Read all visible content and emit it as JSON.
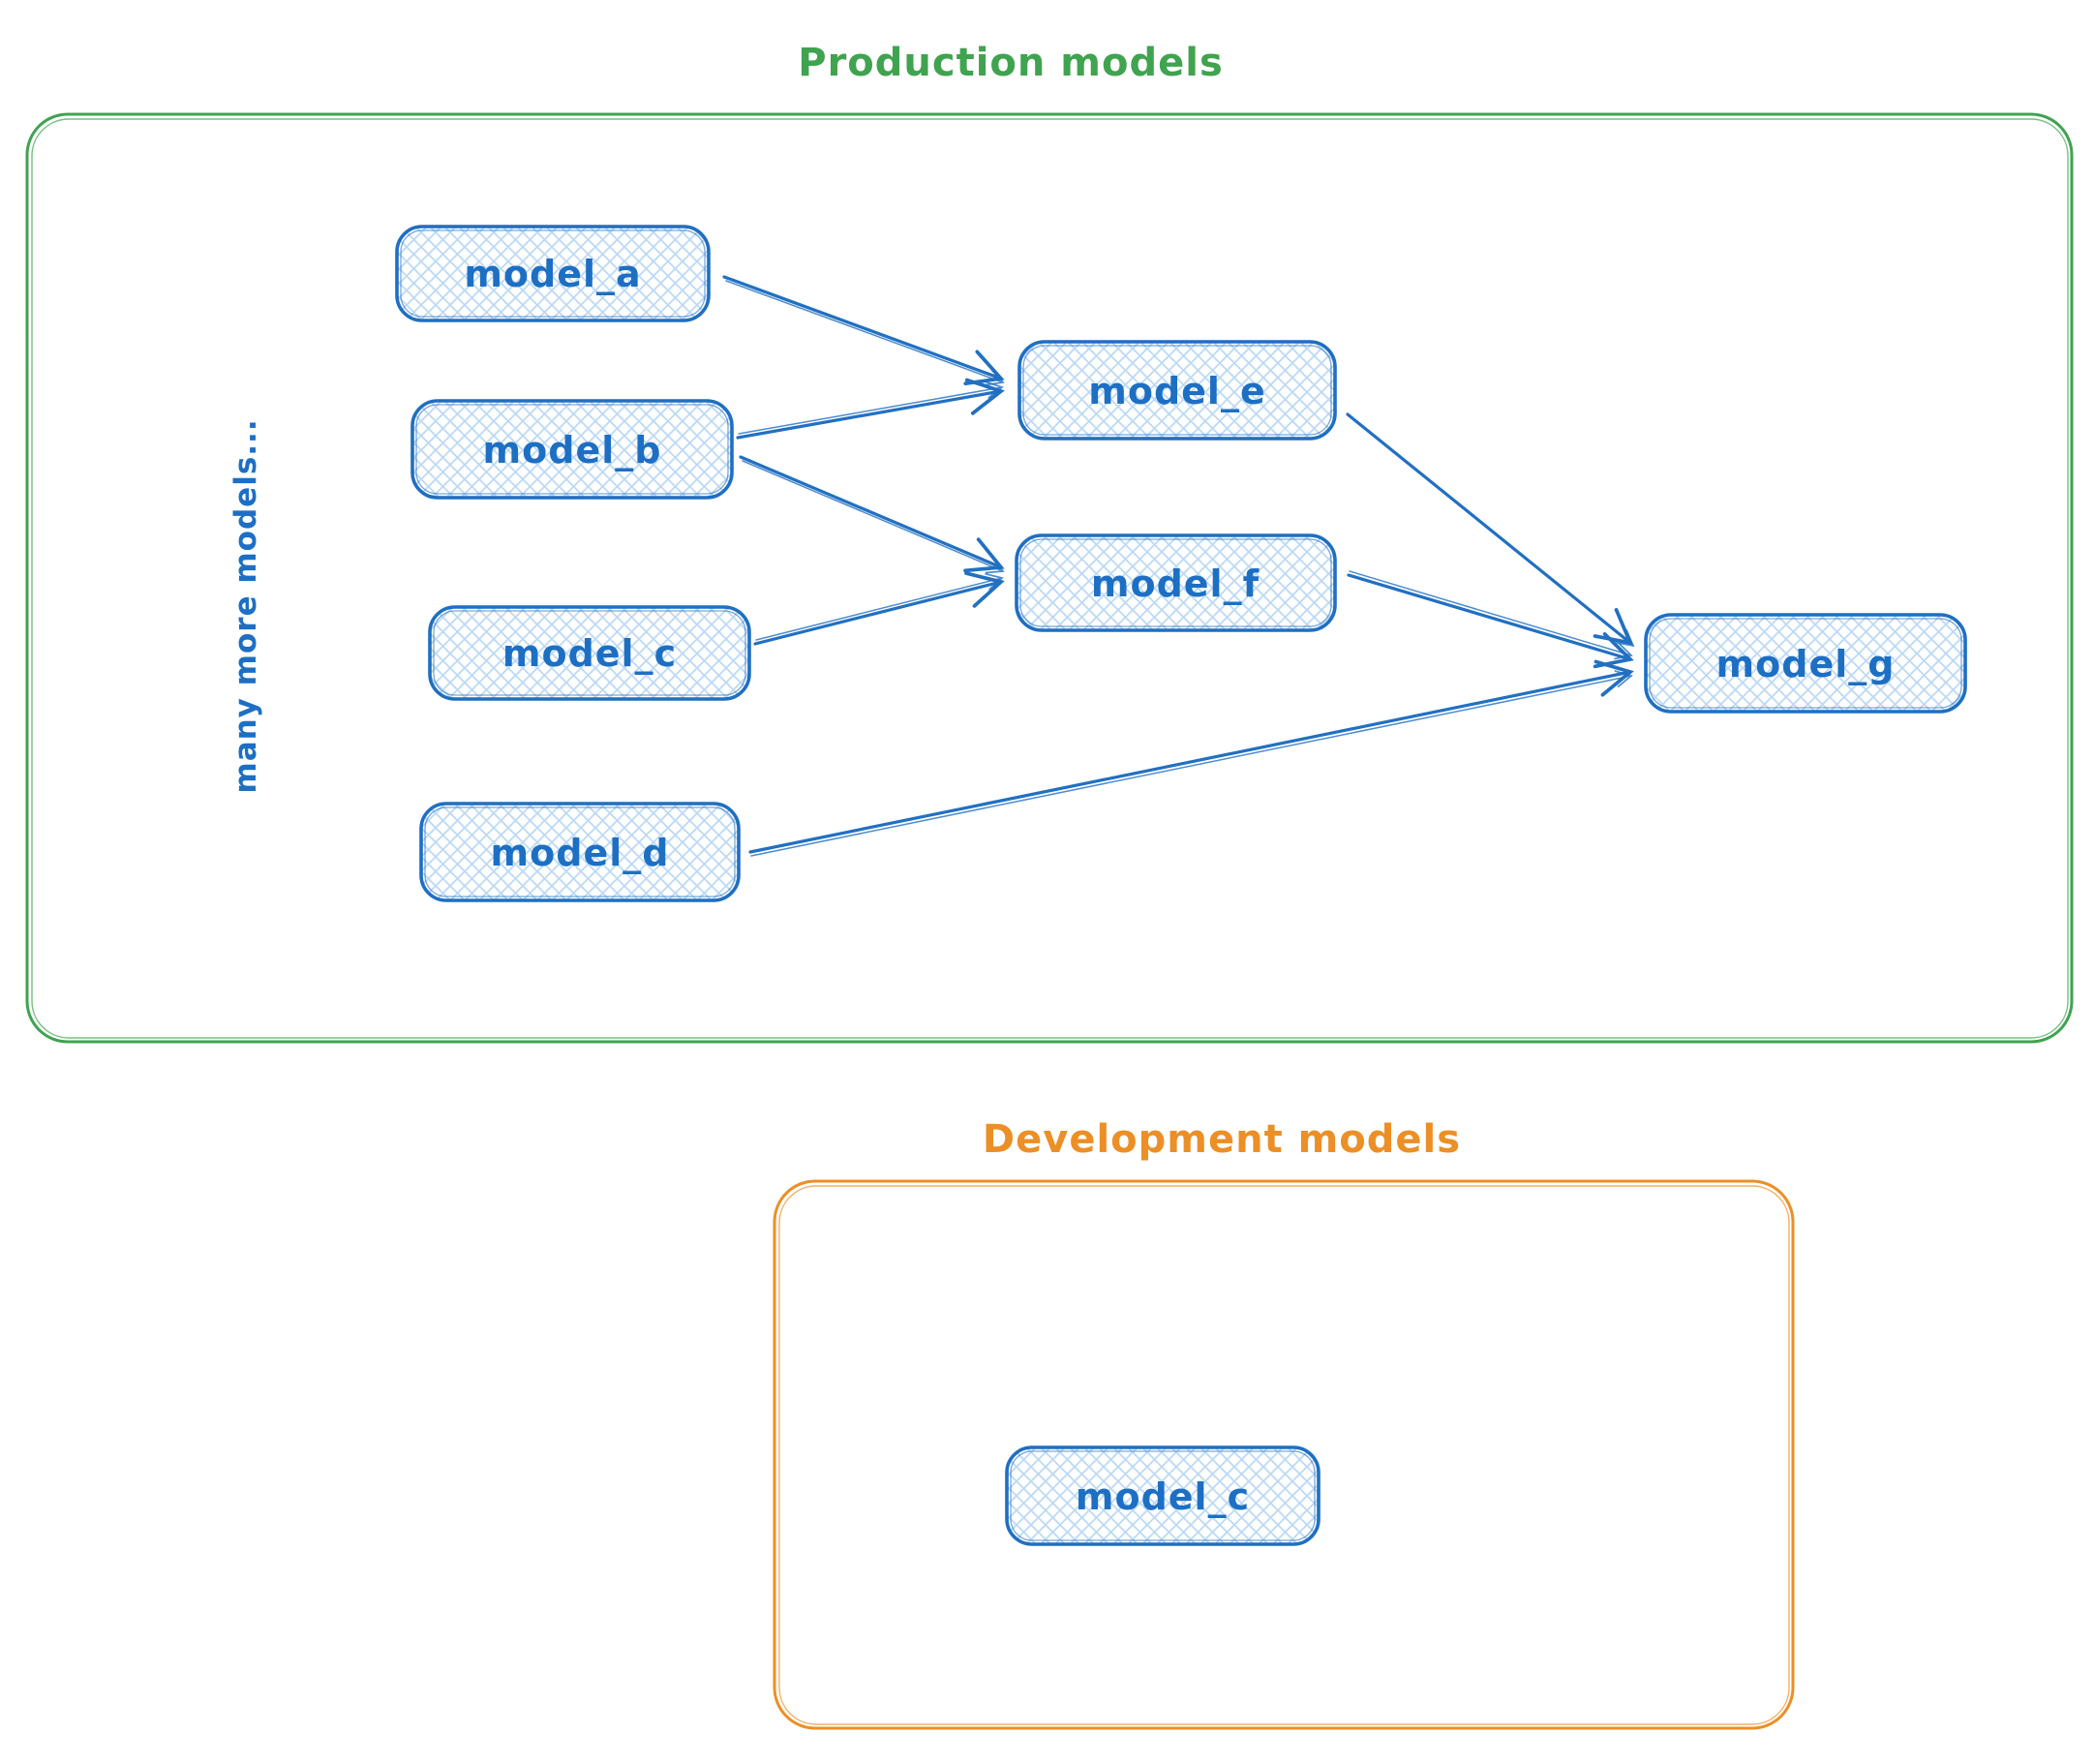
{
  "diagram": {
    "production": {
      "title": "Production models",
      "note": "many more models...",
      "accent_color": "#3fa34f",
      "nodes": [
        {
          "id": "model_a",
          "label": "model_a"
        },
        {
          "id": "model_b",
          "label": "model_b"
        },
        {
          "id": "model_c",
          "label": "model_c"
        },
        {
          "id": "model_d",
          "label": "model_d"
        },
        {
          "id": "model_e",
          "label": "model_e"
        },
        {
          "id": "model_f",
          "label": "model_f"
        },
        {
          "id": "model_g",
          "label": "model_g"
        }
      ],
      "edges": [
        {
          "from": "model_a",
          "to": "model_e"
        },
        {
          "from": "model_b",
          "to": "model_e"
        },
        {
          "from": "model_b",
          "to": "model_f"
        },
        {
          "from": "model_c",
          "to": "model_f"
        },
        {
          "from": "model_e",
          "to": "model_g"
        },
        {
          "from": "model_f",
          "to": "model_g"
        },
        {
          "from": "model_d",
          "to": "model_g"
        }
      ]
    },
    "development": {
      "title": "Development models",
      "accent_color": "#ec8f26",
      "nodes": [
        {
          "id": "model_c",
          "label": "model_c"
        }
      ]
    },
    "node_style": {
      "stroke_color": "#1f6fc2",
      "label_color": "#1d6fc4",
      "hatch_fill_color": "#bcd9f5"
    }
  }
}
